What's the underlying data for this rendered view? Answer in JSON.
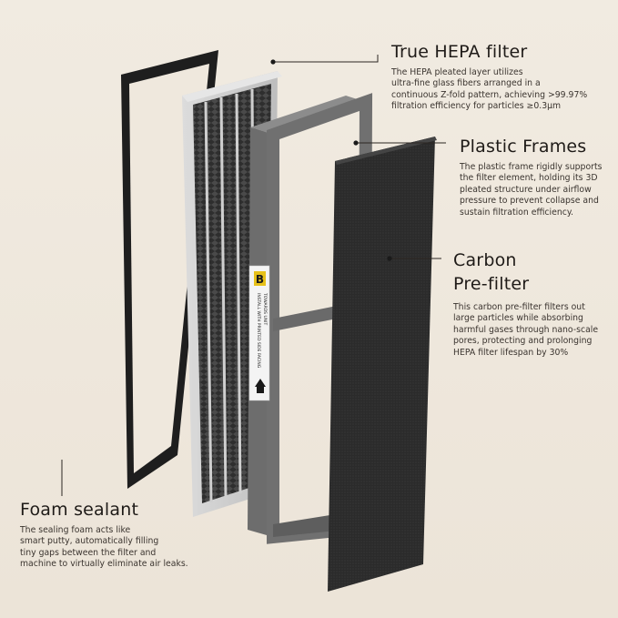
{
  "callouts": {
    "hepa": {
      "title": "True HEPA filter",
      "lines": [
        "The HEPA pleated layer utilizes",
        "ultra-fine glass fibers arranged in a",
        "continuous Z-fold pattern, achieving >99.97%",
        "filtration efficiency for particles ≥0.3μm"
      ]
    },
    "frames": {
      "title": "Plastic Frames",
      "lines": [
        "The plastic frame rigidly supports",
        "the filter element, holding its 3D",
        "pleated structure under airflow",
        "pressure to prevent collapse and",
        "sustain filtration efficiency."
      ]
    },
    "carbon": {
      "title_line1": "Carbon",
      "title_line2": "Pre-filter",
      "lines": [
        "This carbon pre-filter filters out",
        "large particles while absorbing",
        "harmful gases through nano-scale",
        "pores, protecting and prolonging",
        "HEPA filter lifespan by 30%"
      ]
    },
    "foam": {
      "title": "Foam sealant",
      "lines": [
        "The sealing foam acts like",
        "smart putty, automatically filling",
        "tiny gaps between the filter and",
        "machine to virtually eliminate air leaks."
      ]
    }
  },
  "label": {
    "badge": "B",
    "text_line1": "INSTALL WITH PRINTED SIDE FACING",
    "text_line2": "TOWARDS UNIT"
  },
  "colors": {
    "background": "#efe8dd",
    "carbon": "#2a2a2a",
    "frame": "#6b6b6b",
    "foam": "#222222"
  }
}
